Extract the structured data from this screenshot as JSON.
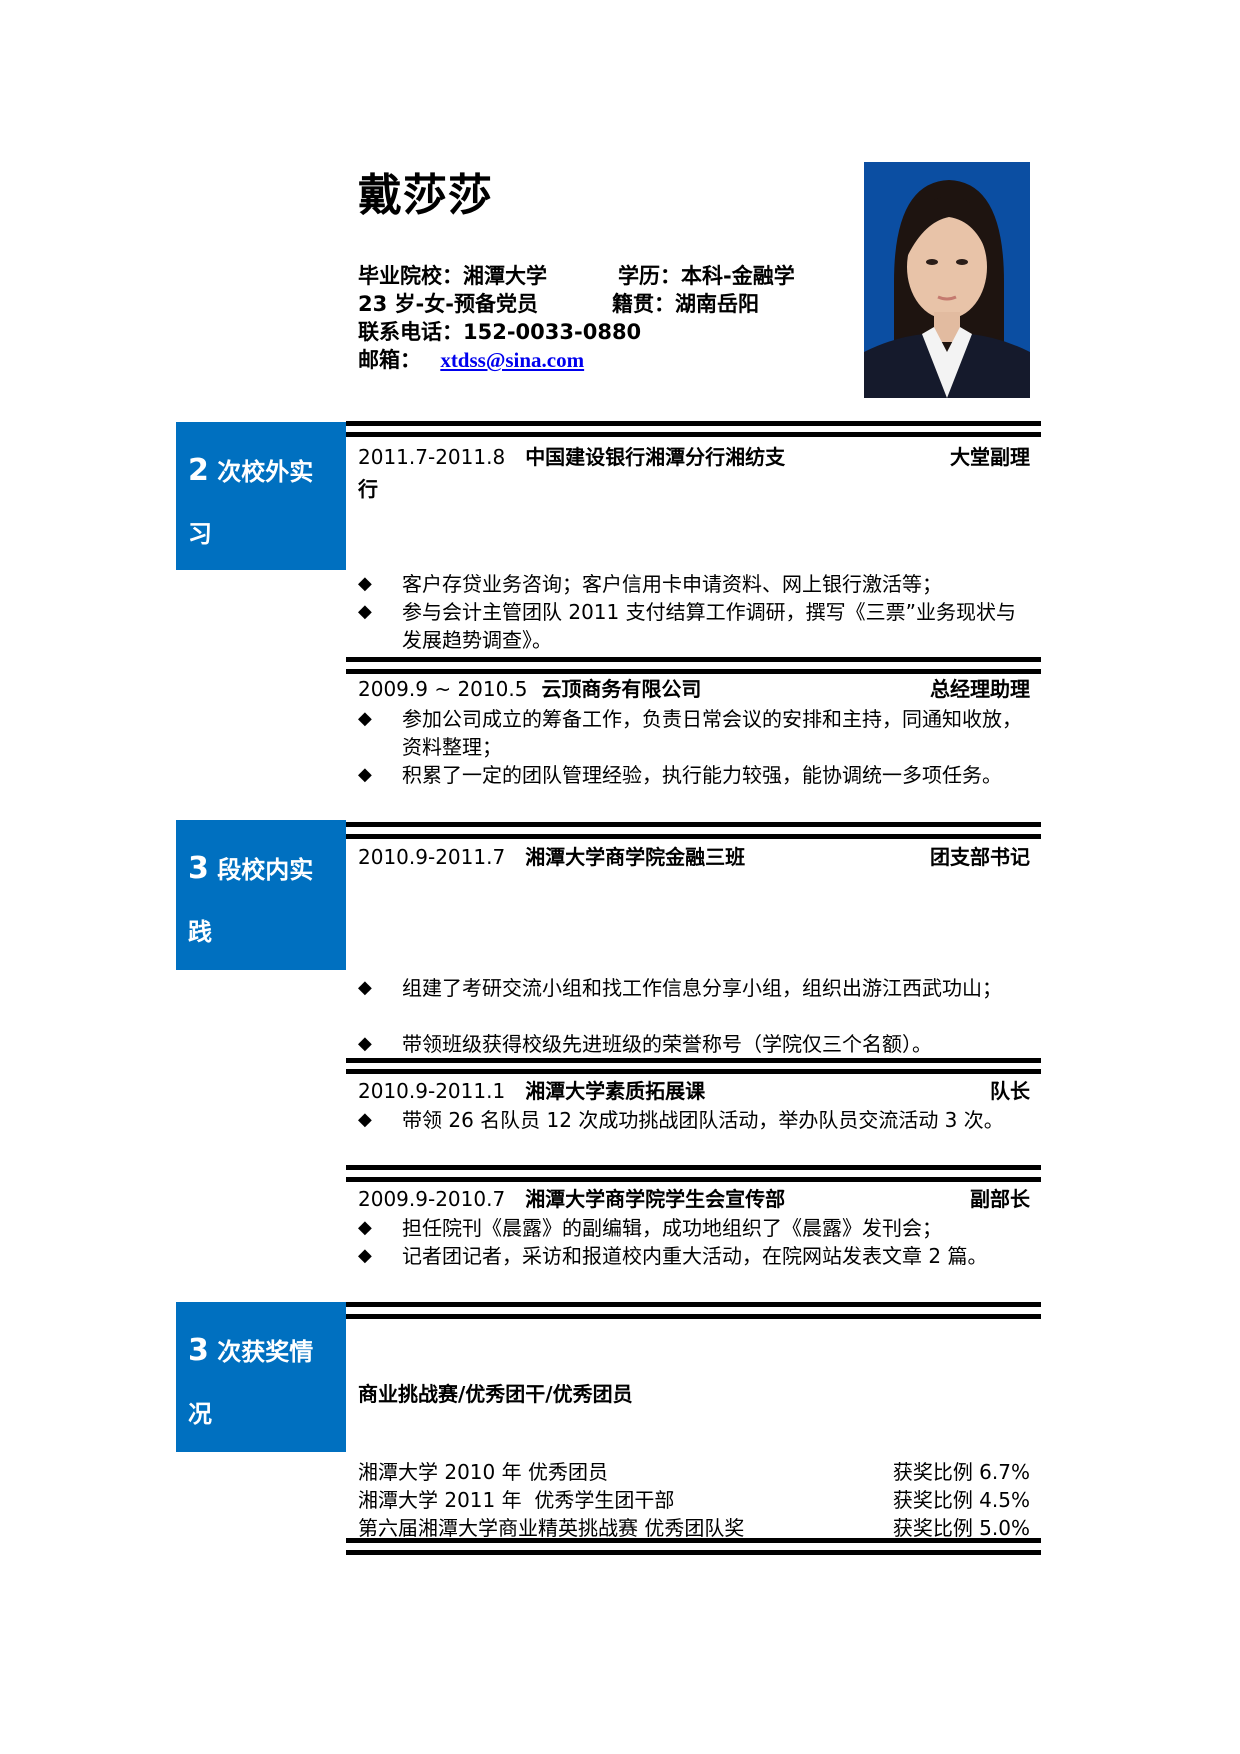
{
  "header": {
    "name": "戴莎莎",
    "school": "毕业院校：湘潭大学",
    "degree": "学历：本科-金融学",
    "personal": "23 岁-女-预备党员",
    "hometown": "籍贯：湖南岳阳",
    "phone": "联系电话：152-0033-0880",
    "email_label": "邮箱：",
    "email": "xtdss@sina.com"
  },
  "colors": {
    "accent": "#0070C0",
    "rule": "#000000",
    "link": "#0000EE"
  },
  "sections": [
    {
      "title_num": "2",
      "title_line1": " 次校外实",
      "title_line2": "习",
      "entries": [
        {
          "date": "2011.7-2011.8",
          "org": "中国建设银行湘潭分行湘纺支",
          "org_wrap": "行",
          "role": "大堂副理",
          "bullets": [
            "客户存贷业务咨询；客户信用卡申请资料、网上银行激活等；",
            "参与会计主管团队 2011 支付结算工作调研，撰写《三票”业务现状与发展趋势调查》。"
          ]
        },
        {
          "date": "2009.9 ~ 2010.5",
          "org": "云顶商务有限公司",
          "role": "总经理助理",
          "bullets": [
            "参加公司成立的筹备工作，负责日常会议的安排和主持，同通知收放，资料整理；",
            "积累了一定的团队管理经验，执行能力较强，能协调统一多项任务。"
          ]
        }
      ]
    },
    {
      "title_num": "3",
      "title_line1": " 段校内实",
      "title_line2": "践",
      "entries": [
        {
          "date": "2010.9-2011.7",
          "org": "湘潭大学商学院金融三班",
          "role": "团支部书记",
          "bullets": [
            "组建了考研交流小组和找工作信息分享小组，组织出游江西武功山；",
            "带领班级获得校级先进班级的荣誉称号（学院仅三个名额）。"
          ]
        },
        {
          "date": "2010.9-2011.1",
          "org": "湘潭大学素质拓展课",
          "role": "队长",
          "bullets": [
            "带领 26 名队员 12 次成功挑战团队活动，举办队员交流活动 3 次。"
          ]
        },
        {
          "date": "2009.9-2010.7",
          "org": "湘潭大学商学院学生会宣传部",
          "role": "副部长",
          "bullets": [
            "担任院刊《晨露》的副编辑，成功地组织了《晨露》发刊会；",
            "记者团记者，采访和报道校内重大活动，在院网站发表文章 2 篇。"
          ]
        }
      ]
    },
    {
      "title_num": "3",
      "title_line1": " 次获奖情",
      "title_line2": "况",
      "summary": "商业挑战赛/优秀团干/优秀团员",
      "awards": [
        {
          "name": "湘潭大学 2010 年 优秀团员",
          "ratio": "获奖比例 6.7%"
        },
        {
          "name": "湘潭大学 2011 年  优秀学生团干部",
          "ratio": "获奖比例 4.5%"
        },
        {
          "name": "第六届湘潭大学商业精英挑战赛 优秀团队奖",
          "ratio": "获奖比例 5.0%"
        }
      ]
    }
  ],
  "icons": {
    "bullet": "◆",
    "photo": "portrait-photo"
  }
}
